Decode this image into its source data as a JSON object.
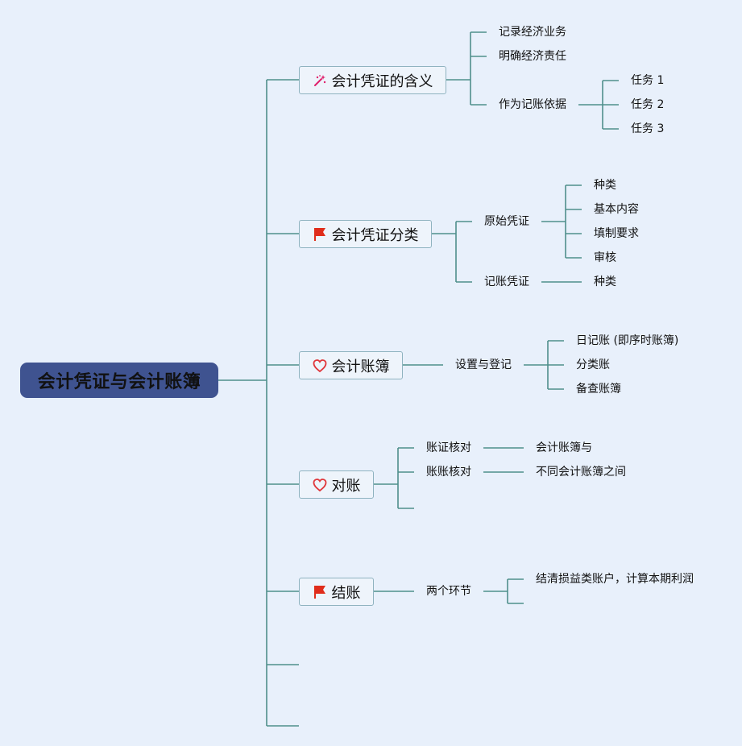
{
  "root": {
    "title": "会计凭证与会计账簿"
  },
  "icons": {
    "wand": "magic-wand-icon",
    "flag": "red-flag-icon",
    "heart": "heart-icon",
    "flag_color": "#e02d1b",
    "wand_color": "#e0206c",
    "heart_color": "#e0363a"
  },
  "branches": [
    {
      "label": "会计凭证的含义",
      "icon": "magic-wand-icon"
    },
    {
      "label": "会计凭证分类",
      "icon": "red-flag-icon"
    },
    {
      "label": "会计账簿",
      "icon": "heart-icon"
    },
    {
      "label": "对账",
      "icon": "heart-icon"
    },
    {
      "label": "结账",
      "icon": "red-flag-icon"
    }
  ],
  "b1": {
    "children": [
      "记录经济业务",
      "明确经济责任",
      "作为记账依据"
    ],
    "sub": [
      "任务 1",
      "任务 2",
      "任务 3"
    ]
  },
  "b2": {
    "children": [
      "原始凭证",
      "记账凭证"
    ],
    "orig_sub": [
      "种类",
      "基本内容",
      "填制要求",
      "审核"
    ],
    "acct_sub": [
      "种类"
    ]
  },
  "b3": {
    "children": [
      "设置与登记"
    ],
    "sub": [
      "日记账 (即序时账簿)",
      "分类账",
      "备查账簿"
    ]
  },
  "b4": {
    "children": [
      "账证核对",
      "账账核对"
    ],
    "sub": [
      "会计账簿与",
      "不同会计账簿之间"
    ]
  },
  "b5": {
    "children": [
      "两个环节"
    ],
    "sub": [
      "结清损益类账户，计算本期利润"
    ]
  }
}
